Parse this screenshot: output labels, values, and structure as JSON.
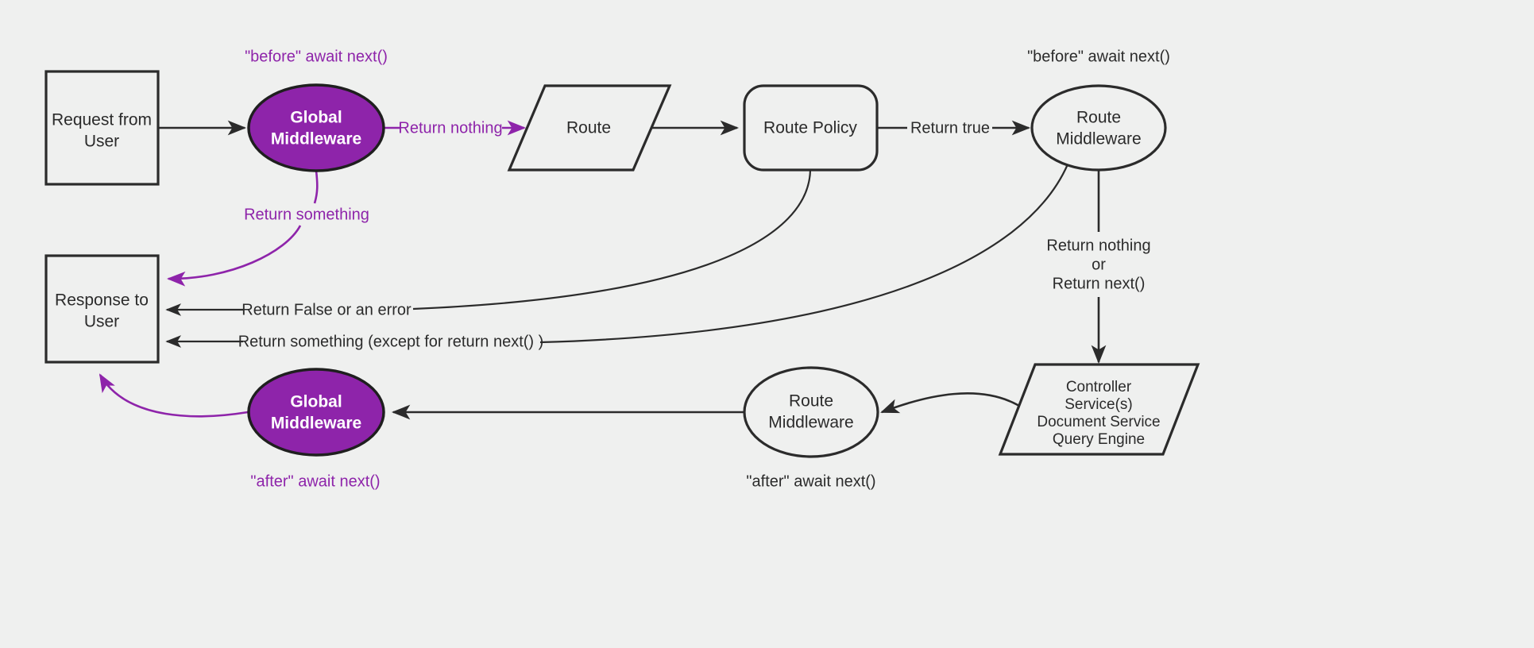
{
  "diagram": {
    "title": "Middleware request lifecycle flow",
    "background_color": "#eff0ef",
    "accent_color": "#8e24aa",
    "line_color": "#2b2b2b"
  },
  "nodes": {
    "request_from_user": {
      "line1": "Request from",
      "line2": "User",
      "shape": "rectangle"
    },
    "global_middleware_top": {
      "line1": "Global",
      "line2": "Middleware",
      "shape": "ellipse",
      "fill": "#8e24aa"
    },
    "route": {
      "line1": "Route",
      "shape": "parallelogram"
    },
    "route_policy": {
      "line1": "Route Policy",
      "shape": "rounded-rectangle"
    },
    "route_middleware_top": {
      "line1": "Route",
      "line2": "Middleware",
      "shape": "ellipse"
    },
    "controller_stack": {
      "line1": "Controller",
      "line2": "Service(s)",
      "line3": "Document Service",
      "line4": "Query Engine",
      "shape": "parallelogram"
    },
    "route_middleware_bottom": {
      "line1": "Route",
      "line2": "Middleware",
      "shape": "ellipse"
    },
    "global_middleware_bottom": {
      "line1": "Global",
      "line2": "Middleware",
      "shape": "ellipse",
      "fill": "#8e24aa"
    },
    "response_to_user": {
      "line1": "Response to",
      "line2": "User",
      "shape": "rectangle"
    }
  },
  "annotations": {
    "before_await_next_global": "\"before\" await next()",
    "before_await_next_route": "\"before\" await next()",
    "after_await_next_global": "\"after\" await next()",
    "after_await_next_route": "\"after\" await next()"
  },
  "edge_labels": {
    "return_nothing": "Return nothing",
    "return_something_top": "Return something",
    "return_true": "Return true",
    "return_nothing_or_next_line1": "Return nothing",
    "return_nothing_or_next_line2": "or",
    "return_nothing_or_next_line3": "Return next()",
    "return_false_or_error": "Return False or an error",
    "return_something_except_next": "Return something (except for return next() )"
  }
}
